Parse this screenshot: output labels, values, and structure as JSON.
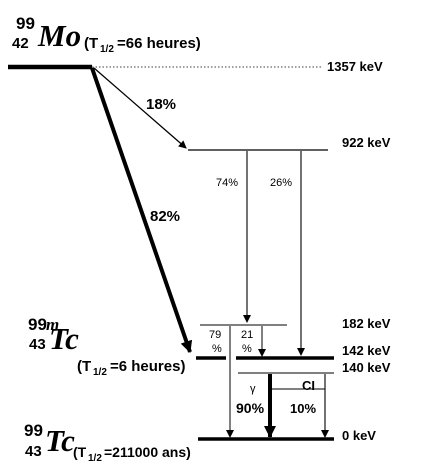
{
  "nuclides": {
    "mo": {
      "mass": "99",
      "z": "42",
      "symbol": "Mo",
      "half_prefix": "(T",
      "half_sub": "1/2",
      "half_value": "=66 heures)"
    },
    "tcm": {
      "mass": "99",
      "m": "m",
      "z": "43",
      "symbol": "Tc",
      "half_prefix": "(T",
      "half_sub": "1/2",
      "half_value": "=6 heures)"
    },
    "tc": {
      "mass": "99",
      "z": "43",
      "symbol": "Tc",
      "half_prefix": "(T",
      "half_sub": "1/2",
      "half_value": "=211000 ans)"
    }
  },
  "levels": {
    "l1357": "1357 keV",
    "l922": "922 keV",
    "l182": "182 keV",
    "l142": "142 keV",
    "l140": "140 keV",
    "l0": "0 keV"
  },
  "branches": {
    "b18": "18%",
    "b82": "82%",
    "b74": "74%",
    "b26": "26%",
    "b79_num": "79",
    "b79_pct": "%",
    "b21_num": "21",
    "b21_pct": "%",
    "gamma": "γ",
    "g90": "90%",
    "ci": "CI",
    "ci10": "10%"
  }
}
